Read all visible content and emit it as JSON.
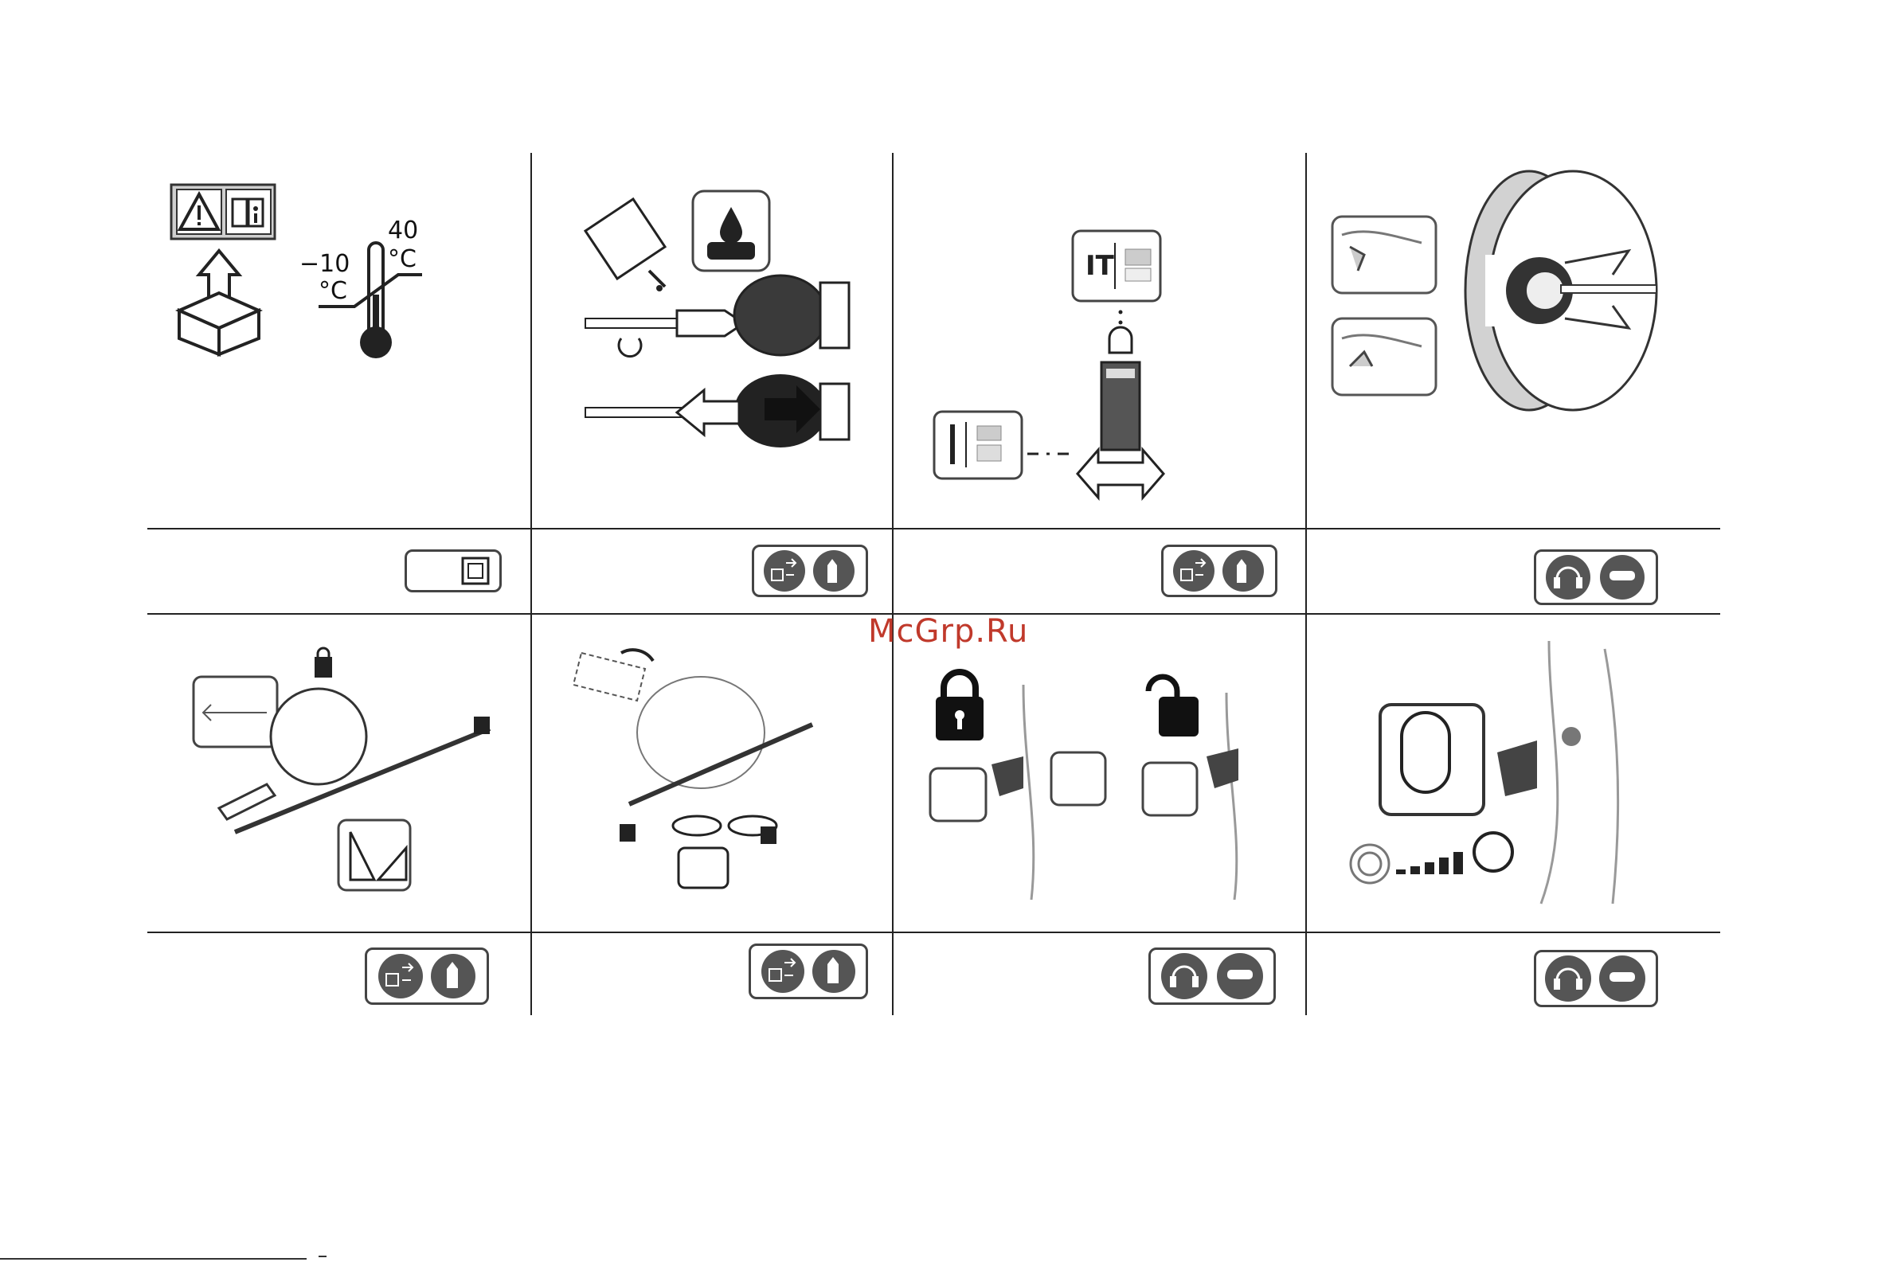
{
  "watermark": "McGrp.Ru",
  "panels": {
    "storage": {
      "temp_high": "40",
      "temp_low": "−10",
      "unit_high": "°C",
      "unit_low": "°C"
    }
  },
  "icons": {
    "row1": [
      "warning-manual-icon",
      "unpack-box-icon",
      "thermometer-icon",
      "grease-tube-icon",
      "drill-bit-insert-icon",
      "chuck-icon",
      "mode-selector-icon",
      "rotation-direction-icon"
    ],
    "badges_row1": [
      "double-insulation-icon",
      "unplug-gloves-icon",
      "unplug-gloves-icon",
      "ear-eye-protection-icon"
    ],
    "row2": [
      "depth-stop-icon",
      "auxiliary-handle-icon",
      "trigger-lock-icon",
      "speed-control-icon"
    ],
    "badges_row2": [
      "unplug-gloves-icon",
      "unplug-gloves-icon",
      "ear-eye-protection-icon",
      "ear-eye-protection-icon"
    ]
  },
  "colors": {
    "line": "#222222",
    "watermark": "#c0392b",
    "gray_fill": "#cfcfcf"
  }
}
